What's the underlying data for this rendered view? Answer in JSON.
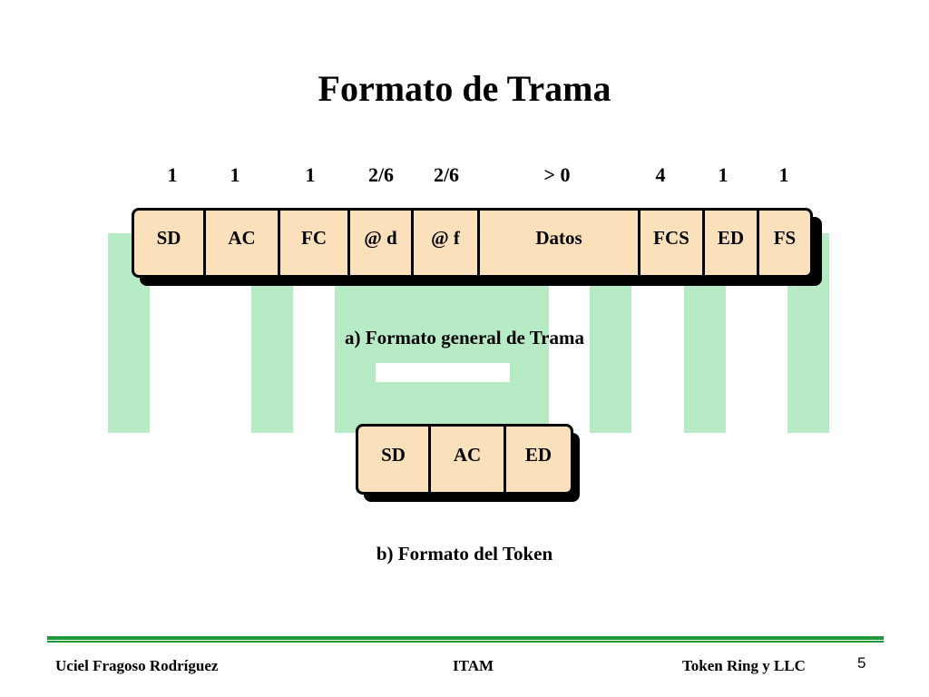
{
  "title": "Formato de Trama",
  "frame_general": {
    "sizes": [
      "1",
      "1",
      "1",
      "2/6",
      "2/6",
      "> 0",
      "4",
      "1",
      "1"
    ],
    "fields": [
      "SD",
      "AC",
      "FC",
      "@ d",
      "@ f",
      "Datos",
      "FCS",
      "ED",
      "FS"
    ],
    "caption": "a) Formato general de Trama"
  },
  "frame_token": {
    "fields": [
      "SD",
      "AC",
      "ED"
    ],
    "caption": "b) Formato del Token"
  },
  "colors": {
    "field_fill": "#fbe0bc",
    "watermark": "#b7ebc6",
    "rule": "#1f9a3a"
  },
  "footer": {
    "author": "Uciel Fragoso Rodríguez",
    "institution": "ITAM",
    "topic": "Token Ring y LLC",
    "page": "5"
  }
}
